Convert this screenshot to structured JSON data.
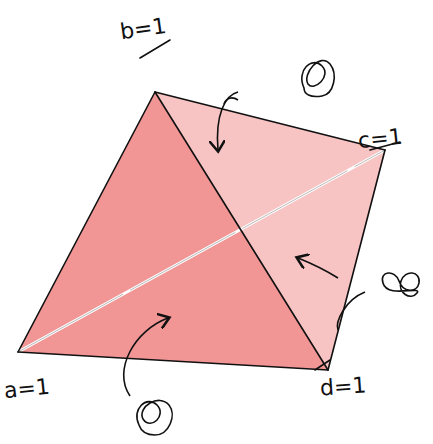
{
  "diagram": {
    "labels": [
      "b=1",
      "c=1",
      "d=1",
      "a=1"
    ]
  }
}
